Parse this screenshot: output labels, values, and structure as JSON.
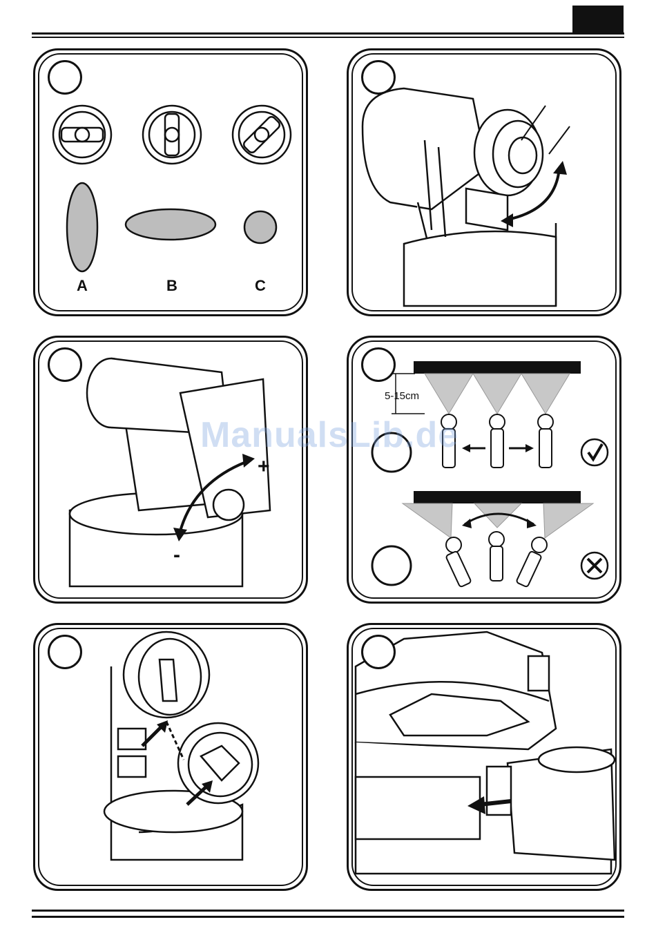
{
  "header": {
    "page_tab": ""
  },
  "panel1": {
    "label_a": "A",
    "label_b": "B",
    "label_c": "C"
  },
  "panel3": {
    "plus": "+",
    "minus": "-"
  },
  "panel4": {
    "distance": "5-15cm"
  },
  "watermark": "ManualsLib.de",
  "colors": {
    "ink": "#111111",
    "spray_fill": "#c8c8c8",
    "pattern_fill": "#bdbdbd"
  }
}
